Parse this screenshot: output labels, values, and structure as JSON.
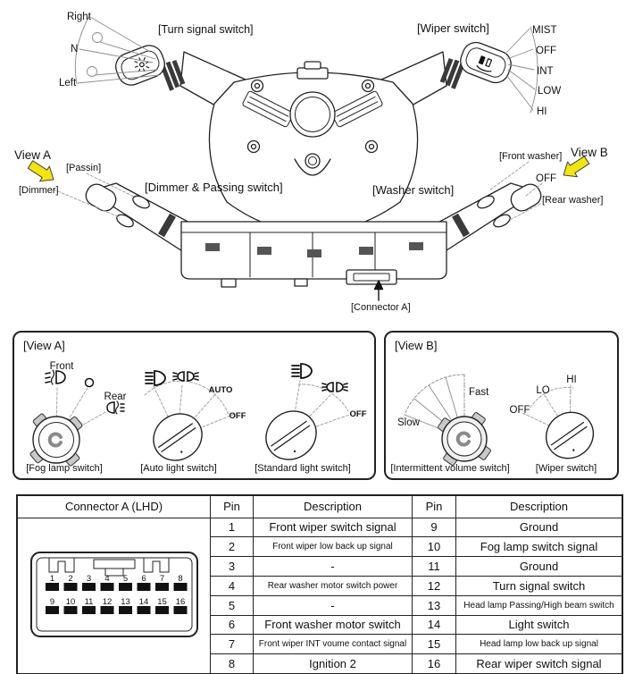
{
  "colors": {
    "arrow_yellow": "#f2e60a",
    "line_dark": "#222222",
    "pin_black": "#111111"
  },
  "top_diagram": {
    "turn_signal_switch_label": "[Turn signal switch]",
    "turn_positions": {
      "right": "Right",
      "neutral": "N",
      "left": "Left"
    },
    "wiper_switch_label": "[Wiper switch]",
    "wiper_positions": [
      "MIST",
      "OFF",
      "INT",
      "LOW",
      "HI"
    ],
    "view_a_label": "View A",
    "view_b_label": "View B",
    "passing_label": "[Passin]",
    "dimmer_label": "[Dimmer]",
    "dimmer_passing_switch_label": "[Dimmer & Passing switch]",
    "washer_switch_label": "[Washer switch]",
    "front_washer_label": "[Front washer]",
    "washer_off_label": "OFF",
    "rear_washer_label": "[Rear washer]",
    "connector_a_label": "[Connector A]"
  },
  "view_a_panel": {
    "title": "[View A]",
    "fog_lamp_switch": {
      "front_label": "Front",
      "rear_label": "Rear",
      "caption": "[Fog lamp switch]"
    },
    "auto_light_switch": {
      "auto_label": "AUTO",
      "off_label": "OFF",
      "caption": "[Auto light switch]"
    },
    "standard_light_switch": {
      "off_label": "OFF",
      "caption": "[Standard light switch]"
    }
  },
  "view_b_panel": {
    "title": "[View B]",
    "intermittent_volume_switch": {
      "slow_label": "Slow",
      "fast_label": "Fast",
      "caption": "[Intermittent volume switch]"
    },
    "wiper_switch": {
      "off_label": "OFF",
      "lo_label": "LO",
      "hi_label": "HI",
      "caption": "[Wiper switch]"
    }
  },
  "connector_table": {
    "title": "Connector A (LHD)",
    "col_headers": [
      "Pin",
      "Description",
      "Pin",
      "Description"
    ],
    "connector_pin_numbers": [
      "1",
      "2",
      "3",
      "4",
      "5",
      "6",
      "7",
      "8",
      "9",
      "10",
      "11",
      "12",
      "13",
      "14",
      "15",
      "16"
    ],
    "rows": [
      {
        "pin_l": "1",
        "desc_l": "Front wiper switch signal",
        "pin_r": "9",
        "desc_r": "Ground"
      },
      {
        "pin_l": "2",
        "desc_l": "Front wiper low back up signal",
        "pin_r": "10",
        "desc_r": "Fog lamp switch signal"
      },
      {
        "pin_l": "3",
        "desc_l": "-",
        "pin_r": "11",
        "desc_r": "Ground"
      },
      {
        "pin_l": "4",
        "desc_l": "Rear washer motor switch power",
        "pin_r": "12",
        "desc_r": "Turn signal switch"
      },
      {
        "pin_l": "5",
        "desc_l": "-",
        "pin_r": "13",
        "desc_r": "Head lamp Passing/High beam switch"
      },
      {
        "pin_l": "6",
        "desc_l": "Front washer motor switch",
        "pin_r": "14",
        "desc_r": "Light switch"
      },
      {
        "pin_l": "7",
        "desc_l": "Front wiper INT voume contact signal",
        "pin_r": "15",
        "desc_r": "Head lamp low back up signal"
      },
      {
        "pin_l": "8",
        "desc_l": "Ignition 2",
        "pin_r": "16",
        "desc_r": "Rear wiper switch signal"
      }
    ]
  }
}
